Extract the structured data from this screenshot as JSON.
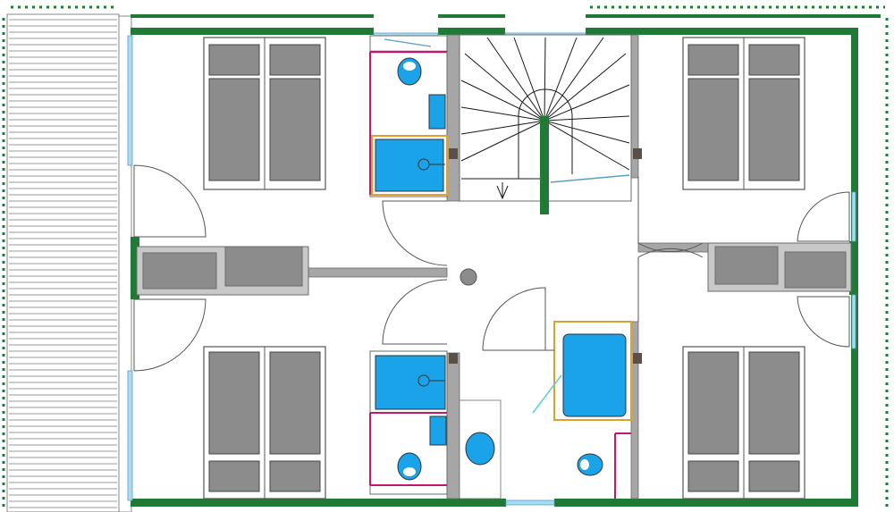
{
  "plan": {
    "colors": {
      "background": "#ffffff",
      "exterior_wall": "#1f7a35",
      "interior_wall": "#a6a6a6",
      "wall_outline": "#6b6b6b",
      "bed_fill": "#8c8c8c",
      "mattress_frame": "#ffffff",
      "water_fixture": "#1aa3e8",
      "bathroom_divider": "#c0186e",
      "shower_frame": "#e0a030",
      "window_glass": "#a8dcf5",
      "stair_line": "#1a1a1a",
      "post": "#5a5048",
      "roof_stripe": "#9a9a9a"
    },
    "rooms": [
      {
        "name": "bedroom-top-left"
      },
      {
        "name": "bedroom-bottom-left"
      },
      {
        "name": "bedroom-top-right"
      },
      {
        "name": "bedroom-bottom-right"
      },
      {
        "name": "bathroom-top"
      },
      {
        "name": "bathroom-bottom"
      },
      {
        "name": "stair-hall"
      },
      {
        "name": "wc-bath-center"
      }
    ],
    "fixtures": {
      "beds": 8,
      "showers": 2,
      "toilets": 4,
      "basins": 3,
      "bathtub": 1,
      "staircase": 1
    }
  }
}
